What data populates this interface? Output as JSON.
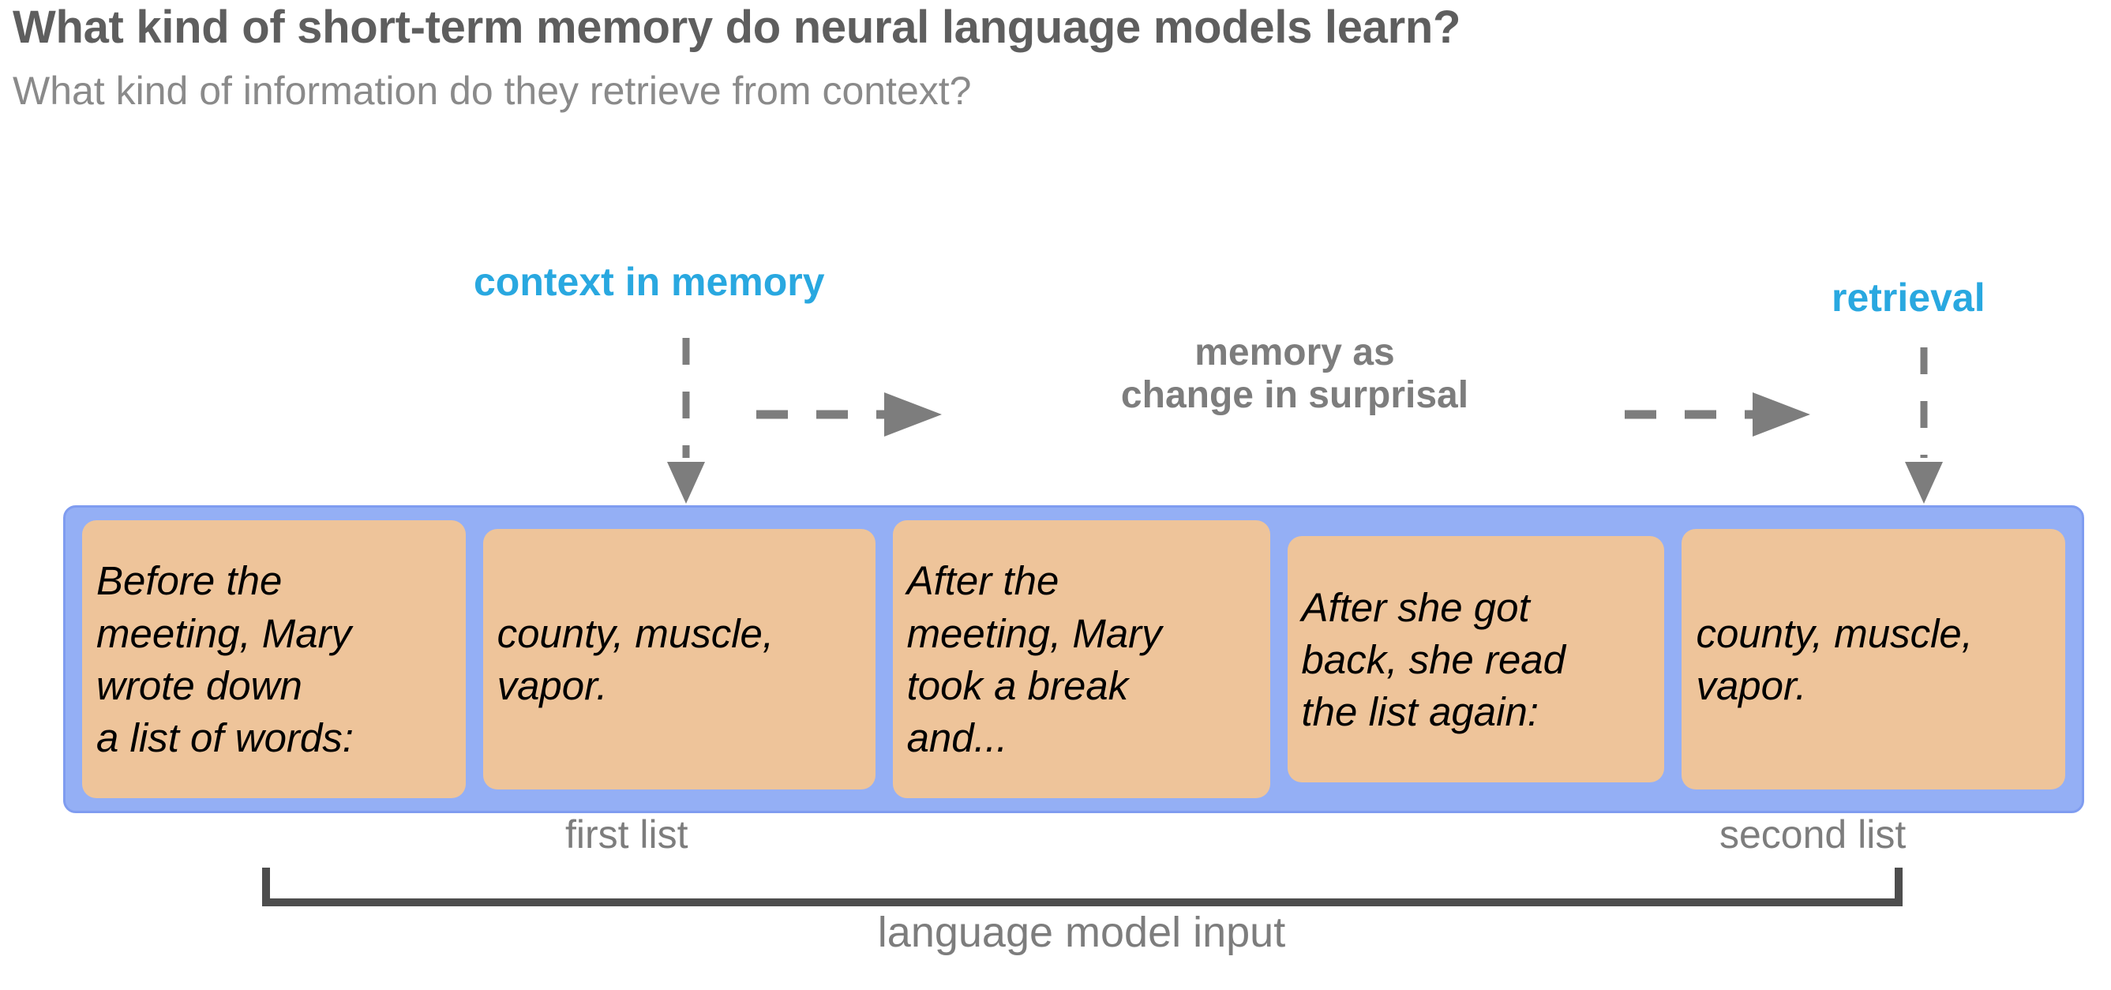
{
  "heading": {
    "title": "What kind of short-term memory do neural language models learn?",
    "subtitle": "What kind of information do they retrieve from context?"
  },
  "annotations": {
    "context_in_memory": "context in memory",
    "retrieval": "retrieval",
    "memory_as_change_line1": "memory as",
    "memory_as_change_line2": "change in surprisal"
  },
  "context_strip": {
    "boxes": [
      {
        "id": "token-box-1",
        "text": "Before the\nmeeting, Mary\nwrote down\na list of words:"
      },
      {
        "id": "token-box-2",
        "text": "county, muscle,\nvapor."
      },
      {
        "id": "token-box-3",
        "text": "After the\nmeeting, Mary\ntook a break\nand..."
      },
      {
        "id": "token-box-4",
        "text": "After she got\nback, she read\nthe list again:"
      },
      {
        "id": "token-box-5",
        "text": "county, muscle,\nvapor."
      }
    ]
  },
  "captions": {
    "first_list": "first list",
    "second_list": "second list",
    "language_model_input": "language model input"
  },
  "colors": {
    "accent_blue": "#29a8e0",
    "strip_blue": "#94aff5",
    "token_tan": "#eec49a",
    "title_gray": "#5e5e5e",
    "body_gray": "#7d7d7d",
    "arrow_gray": "#7d7d7d",
    "bracket_gray": "#4d4d4d"
  }
}
